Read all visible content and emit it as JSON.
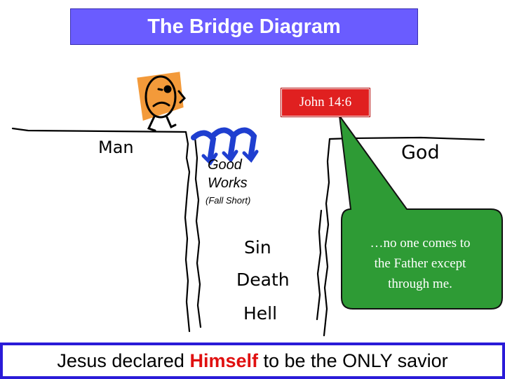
{
  "title": "The Bridge Diagram",
  "reference": "John 14:6",
  "labels": {
    "man": "Man",
    "god": "God",
    "good_works_1": "Good",
    "good_works_2": "Works",
    "fall_short": "(Fall Short)",
    "sin": "Sin",
    "death": "Death",
    "hell": "Hell"
  },
  "bubble": {
    "line1": "…no one comes to",
    "line2": "the Father except",
    "line3": "through me."
  },
  "footer": {
    "part1": "Jesus declared ",
    "highlight": "Himself",
    "part2": " to be the ONLY savior"
  },
  "colors": {
    "title_bg": "#6a5cff",
    "reference_bg": "#e02020",
    "bubble_fill": "#2e9b35",
    "works_arrows": "#1f3fd0",
    "face": "#f39a3a",
    "footer_border": "#2a1bd8",
    "highlight": "#e01010"
  },
  "icons": [
    "worried-man-icon",
    "good-works-arrow-icon",
    "speech-bubble-icon"
  ]
}
